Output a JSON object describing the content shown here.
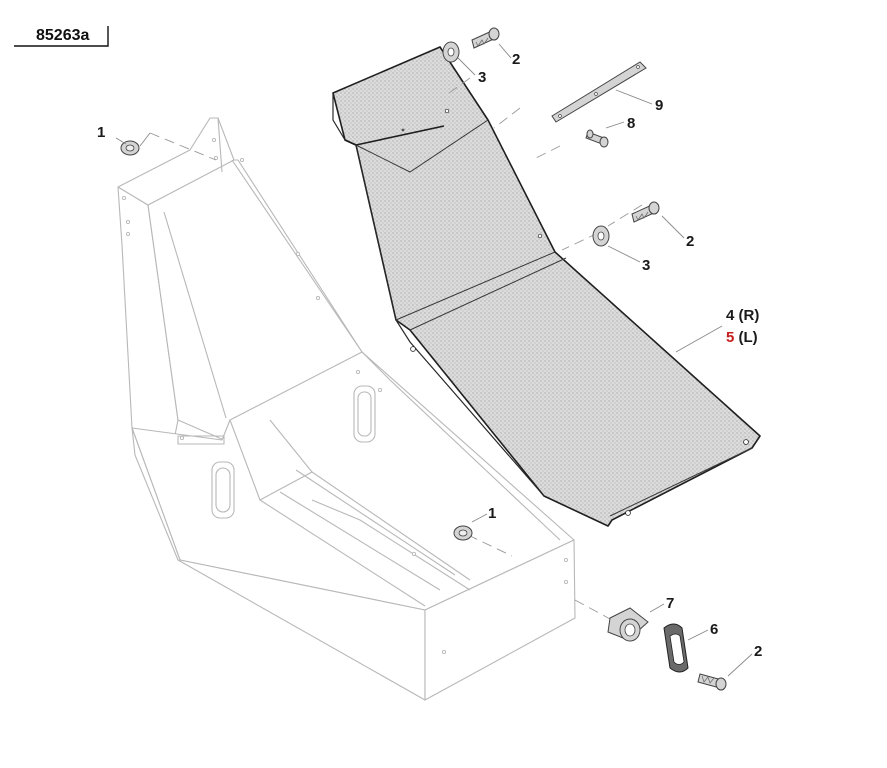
{
  "figure_id": "85263a",
  "callouts": [
    {
      "id": "c1a",
      "text": "1"
    },
    {
      "id": "c1b",
      "text": "1"
    },
    {
      "id": "c2a",
      "text": "2"
    },
    {
      "id": "c2b",
      "text": "2"
    },
    {
      "id": "c2c",
      "text": "2"
    },
    {
      "id": "c3a",
      "text": "3"
    },
    {
      "id": "c3b",
      "text": "3"
    },
    {
      "id": "c4",
      "text": "4 (R)"
    },
    {
      "id": "c5num",
      "text": "5"
    },
    {
      "id": "c5suffix",
      "text": " (L)"
    },
    {
      "id": "c6",
      "text": "6"
    },
    {
      "id": "c7",
      "text": "7"
    },
    {
      "id": "c8",
      "text": "8"
    },
    {
      "id": "c9",
      "text": "9"
    }
  ],
  "colors": {
    "highlight_fill": "#d9d9d9",
    "ghost_line": "#b8b8b8",
    "callout_red": "#c81d1d"
  }
}
